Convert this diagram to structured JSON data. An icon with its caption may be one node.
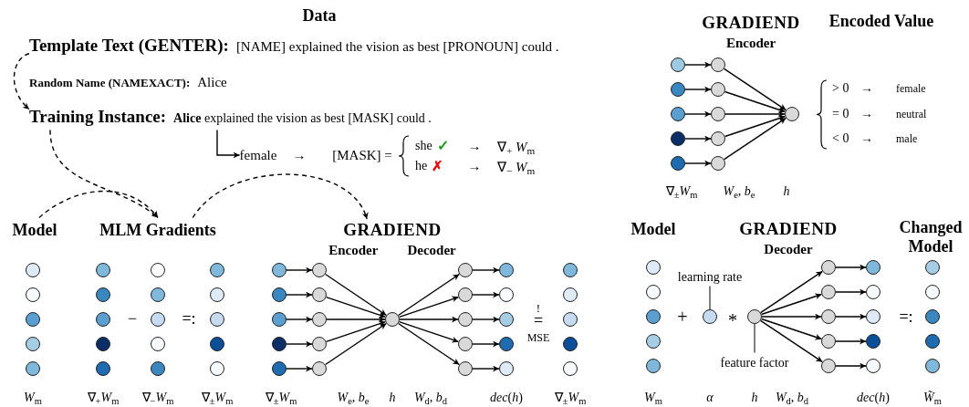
{
  "diagram": {
    "title": "Data",
    "nodes": [
      {
        "text": [
          "Template Text (GENTER):",
          "[NAME] explained the vision as best [PRONOUN] could ."
        ]
      },
      {
        "text": [
          "Random Name (NAMEXACT):",
          "Alice"
        ]
      },
      {
        "text": [
          "Training Instance:",
          "**Alice** explained the vision as best [MASK] could ."
        ]
      },
      {
        "text": [
          "female"
        ]
      },
      {
        "text": [
          "GRADIEND",
          "Encoder"
        ]
      },
      {
        "text": [
          "Encoded Value"
        ]
      },
      {
        "text": [],
        "shape": "circle"
      },
      {
        "text": [],
        "shape": "circle"
      },
      {
        "text": [],
        "shape": "circle"
      },
      {
        "text": [],
        "shape": "circle"
      },
      {
        "text": [],
        "shape": "circle"
      },
      {
        "text": [],
        "shape": "circle"
      },
      {
        "text": [],
        "shape": "circle"
      },
      {
        "text": [],
        "shape": "circle"
      },
      {
        "text": [],
        "shape": "circle"
      },
      {
        "text": [],
        "shape": "circle"
      },
      {
        "text": [],
        "shape": "circle"
      },
      {
        "text": [
          "Model"
        ]
      },
      {
        "text": [
          "MLM Gradients"
        ]
      },
      {
        "text": [
          "GRADIEND",
          "Encoder",
          "Decoder"
        ]
      },
      {
        "text": [
          "Model"
        ]
      },
      {
        "text": [
          "GRADIEND",
          "Decoder"
        ]
      },
      {
        "text": [
          "Changed Model"
        ]
      },
      {
        "text": [],
        "shape": "circle"
      },
      {
        "text": [],
        "shape": "circle"
      },
      {
        "text": [],
        "shape": "circle"
      },
      {
        "text": [],
        "shape": "circle"
      },
      {
        "text": [],
        "shape": "circle"
      },
      {
        "text": [],
        "shape": "circle"
      },
      {
        "text": [],
        "shape": "circle"
      },
      {
        "text": [],
        "shape": "circle"
      },
      {
        "text": [],
        "shape": "circle"
      },
      {
        "text": [],
        "shape": "circle"
      },
      {
        "text": [],
        "shape": "circle"
      },
      {
        "text": [],
        "shape": "circle"
      },
      {
        "text": [],
        "shape": "circle"
      },
      {
        "text": [],
        "shape": "circle"
      },
      {
        "text": [],
        "shape": "circle"
      },
      {
        "text": [],
        "shape": "circle"
      },
      {
        "text": [],
        "shape": "circle"
      },
      {
        "text": [],
        "shape": "circle"
      },
      {
        "text": [],
        "shape": "circle"
      },
      {
        "text": [],
        "shape": "circle"
      },
      {
        "text": [],
        "shape": "circle"
      },
      {
        "text": [],
        "shape": "circle"
      },
      {
        "text": [],
        "shape": "circle"
      },
      {
        "text": [],
        "shape": "circle"
      },
      {
        "text": [],
        "shape": "circle"
      },
      {
        "text": [],
        "shape": "circle"
      },
      {
        "text": [],
        "shape": "circle"
      },
      {
        "text": [],
        "shape": "circle"
      },
      {
        "text": [],
        "shape": "circle"
      },
      {
        "text": [],
        "shape": "circle"
      },
      {
        "text": [],
        "shape": "circle"
      },
      {
        "text": [],
        "shape": "circle"
      },
      {
        "text": [],
        "shape": "circle"
      },
      {
        "text": [],
        "shape": "circle"
      },
      {
        "text": [],
        "shape": "circle"
      },
      {
        "text": [],
        "shape": "circle"
      },
      {
        "text": [],
        "shape": "circle"
      },
      {
        "text": [],
        "shape": "circle"
      },
      {
        "text": [],
        "shape": "circle"
      },
      {
        "text": [],
        "shape": "circle"
      },
      {
        "text": [],
        "shape": "circle"
      },
      {
        "text": [],
        "shape": "circle"
      },
      {
        "text": [],
        "shape": "circle"
      },
      {
        "text": [],
        "shape": "circle"
      },
      {
        "text": [],
        "shape": "circle"
      },
      {
        "text": [],
        "shape": "circle"
      },
      {
        "text": [],
        "shape": "circle"
      },
      {
        "text": [],
        "shape": "circle"
      },
      {
        "text": [],
        "shape": "circle"
      },
      {
        "text": [],
        "shape": "circle"
      },
      {
        "text": [],
        "shape": "circle"
      },
      {
        "text": [
          "learning rate"
        ]
      },
      {
        "text": [],
        "shape": "circle"
      },
      {
        "text": [],
        "shape": "circle"
      },
      {
        "text": [
          "feature factor"
        ]
      },
      {
        "text": [],
        "shape": "circle"
      },
      {
        "text": [],
        "shape": "circle"
      },
      {
        "text": [],
        "shape": "circle"
      },
      {
        "text": [],
        "shape": "circle"
      },
      {
        "text": [],
        "shape": "circle"
      },
      {
        "text": [],
        "shape": "circle"
      },
      {
        "text": [],
        "shape": "circle"
      },
      {
        "text": [],
        "shape": "circle"
      },
      {
        "text": [],
        "shape": "circle"
      },
      {
        "text": [],
        "shape": "circle"
      },
      {
        "text": [],
        "shape": "circle"
      },
      {
        "text": [],
        "shape": "circle"
      },
      {
        "text": [],
        "shape": "circle"
      },
      {
        "text": [],
        "shape": "circle"
      },
      {
        "text": [],
        "shape": "circle"
      }
    ],
    "edges": [
      {
        "from": 0,
        "to": 2,
        "arrow": "to",
        "style": "dashed"
      },
      {
        "from": 2,
        "to": 3,
        "arrow": "to"
      },
      {
        "from": 2,
        "to": 18,
        "arrow": "to",
        "style": "dashed"
      },
      {
        "from": 17,
        "to": 18,
        "arrow": "to",
        "style": "dashed"
      },
      {
        "from": 18,
        "to": 19,
        "arrow": "to",
        "style": "dashed"
      },
      {
        "from": 6,
        "to": 11,
        "arrow": "to"
      },
      {
        "from": 7,
        "to": 12,
        "arrow": "to"
      },
      {
        "from": 8,
        "to": 13,
        "arrow": "to"
      },
      {
        "from": 9,
        "to": 14,
        "arrow": "to"
      },
      {
        "from": 10,
        "to": 15,
        "arrow": "to"
      },
      {
        "from": 11,
        "to": 16,
        "arrow": "to"
      },
      {
        "from": 12,
        "to": 16,
        "arrow": "to"
      },
      {
        "from": 13,
        "to": 16,
        "arrow": "to"
      },
      {
        "from": 14,
        "to": 16,
        "arrow": "to"
      },
      {
        "from": 15,
        "to": 16,
        "arrow": "to"
      },
      {
        "from": 43,
        "to": 48,
        "arrow": "to"
      },
      {
        "from": 44,
        "to": 49,
        "arrow": "to"
      },
      {
        "from": 45,
        "to": 50,
        "arrow": "to"
      },
      {
        "from": 46,
        "to": 51,
        "arrow": "to"
      },
      {
        "from": 47,
        "to": 52,
        "arrow": "to"
      },
      {
        "from": 48,
        "to": 53,
        "arrow": "to"
      },
      {
        "from": 49,
        "to": 53,
        "arrow": "to"
      },
      {
        "from": 50,
        "to": 53,
        "arrow": "to"
      },
      {
        "from": 51,
        "to": 53,
        "arrow": "to"
      },
      {
        "from": 52,
        "to": 53,
        "arrow": "to"
      },
      {
        "from": 53,
        "to": 54,
        "arrow": "to"
      },
      {
        "from": 53,
        "to": 55,
        "arrow": "to"
      },
      {
        "from": 53,
        "to": 56,
        "arrow": "to"
      },
      {
        "from": 53,
        "to": 57,
        "arrow": "to"
      },
      {
        "from": 53,
        "to": 58,
        "arrow": "to"
      },
      {
        "from": 54,
        "to": 59,
        "arrow": "to"
      },
      {
        "from": 55,
        "to": 60,
        "arrow": "to"
      },
      {
        "from": 56,
        "to": 61,
        "arrow": "to"
      },
      {
        "from": 57,
        "to": 62,
        "arrow": "to"
      },
      {
        "from": 58,
        "to": 63,
        "arrow": "to"
      },
      {
        "from": 76,
        "to": 78,
        "arrow": "to"
      },
      {
        "from": 76,
        "to": 79,
        "arrow": "to"
      },
      {
        "from": 76,
        "to": 80,
        "arrow": "to"
      },
      {
        "from": 76,
        "to": 81,
        "arrow": "to"
      },
      {
        "from": 76,
        "to": 82,
        "arrow": "to"
      },
      {
        "from": 78,
        "to": 83,
        "arrow": "to"
      },
      {
        "from": 79,
        "to": 84,
        "arrow": "to"
      },
      {
        "from": 80,
        "to": 85,
        "arrow": "to"
      },
      {
        "from": 81,
        "to": 86,
        "arrow": "to"
      },
      {
        "from": 82,
        "to": 87,
        "arrow": "to"
      },
      {
        "from": 74,
        "to": 75,
        "arrow": "none"
      },
      {
        "from": 77,
        "to": 76,
        "arrow": "none"
      }
    ],
    "labels": [
      "→",
      "[MASK] =",
      "she",
      "✓",
      "→",
      "∇$_{+}$ *W*$_{m}$",
      "he",
      "✗",
      "→",
      "∇$_{−}$ *W*$_{m}$",
      "> 0",
      "→",
      "female",
      "= 0",
      "→",
      "neutral",
      "< 0",
      "→",
      "male",
      "∇$_{±}$*W*$_{m}$",
      "*W*$_{e}$, *b*$_{e}$",
      "*h*",
      "−",
      "=:",
      "!",
      "=",
      "MSE",
      "+",
      "*",
      "=:",
      "*W*$_{m}$",
      "∇$_{+}$*W*$_{m}$",
      "∇$_{−}$*W*$_{m}$",
      "∇$_{±}$*W*$_{m}$",
      "∇$_{±}$*W*$_{m}$",
      "*W*$_{e}$, *b*$_{e}$",
      "*h*",
      "*W*$_{d}$, *b*$_{d}$",
      "*dec*(*h*)",
      "∇$_{±}$*W*$_{m}$",
      "*W*$_{m}$",
      "*α*",
      "*h*",
      "*W*$_{d}$, *b*$_{d}$",
      "*dec*(*h*)",
      "*W̃*$_{m}$"
    ]
  }
}
